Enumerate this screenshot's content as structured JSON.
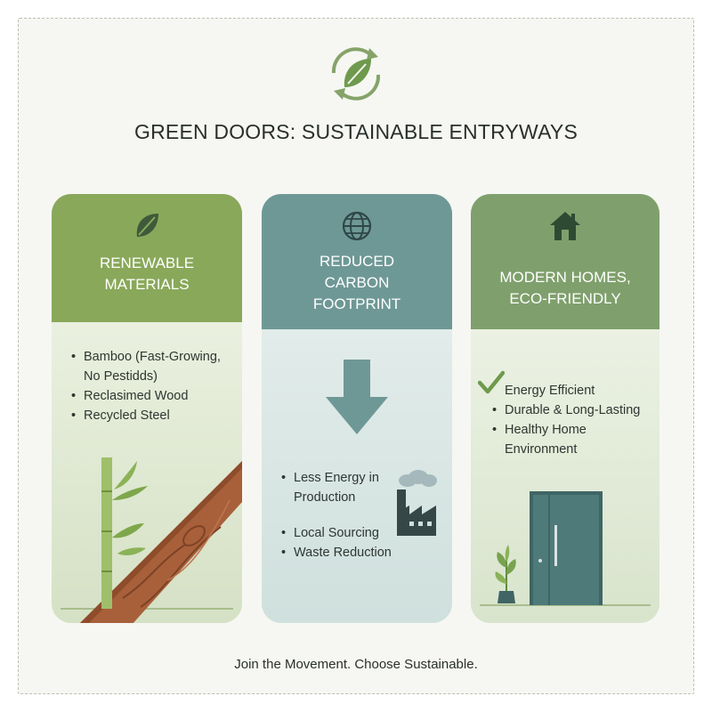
{
  "title": "GREEN DOORS: SUSTAINABLE ENTRYWAYS",
  "footer": "Join the Movement. Choose Sustainable.",
  "colors": {
    "card1_header": "#89a85a",
    "card2_header": "#6e9896",
    "card3_header": "#7fa06c",
    "door": "#4f7a7a",
    "accent_green": "#6f9a4d"
  },
  "cards": [
    {
      "icon": "leaf-icon",
      "title_lines": [
        "RENEWABLE",
        "MATERIALS"
      ],
      "items": [
        "Bamboo (Fast-Growing,",
        "No Pestidds)",
        "Reclasimed Wood",
        "Recycled Steel"
      ]
    },
    {
      "icon": "globe-icon",
      "title_lines": [
        "REDUCED",
        "CARBON",
        "FOOTPRINT"
      ],
      "items": [
        "Less Energy in",
        "Production",
        "Local Sourcing",
        "Waste Reduction"
      ]
    },
    {
      "icon": "house-icon",
      "title_lines": [
        "MODERN HOMES,",
        "ECO-FRIENDLY"
      ],
      "items": [
        "Energy Efficient",
        "Durable & Long-Lasting",
        "Healthy Home Environment"
      ]
    }
  ]
}
